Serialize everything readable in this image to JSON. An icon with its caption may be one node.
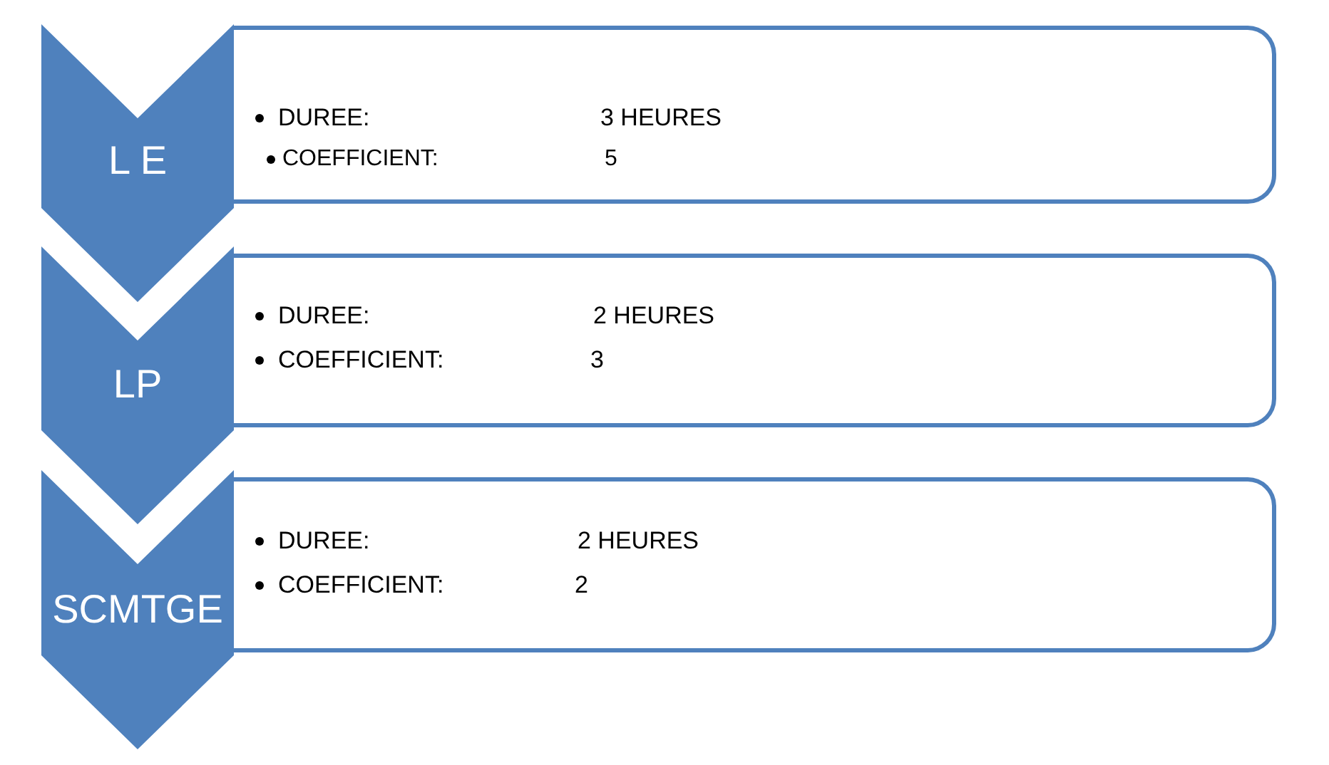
{
  "diagram": {
    "nodes": [
      {
        "text": [
          "L E"
        ]
      },
      {
        "text": [
          "DUREE:",
          "3 HEURES",
          "COEFFICIENT:",
          "5"
        ]
      },
      {
        "text": [
          "LP"
        ]
      },
      {
        "text": [
          "DUREE:",
          "2 HEURES",
          "COEFFICIENT:",
          "3"
        ]
      },
      {
        "text": [
          "SCMTGE"
        ]
      },
      {
        "text": [
          "DUREE:",
          "2 HEURES",
          "COEFFICIENT:",
          "2"
        ]
      }
    ],
    "edges": []
  }
}
